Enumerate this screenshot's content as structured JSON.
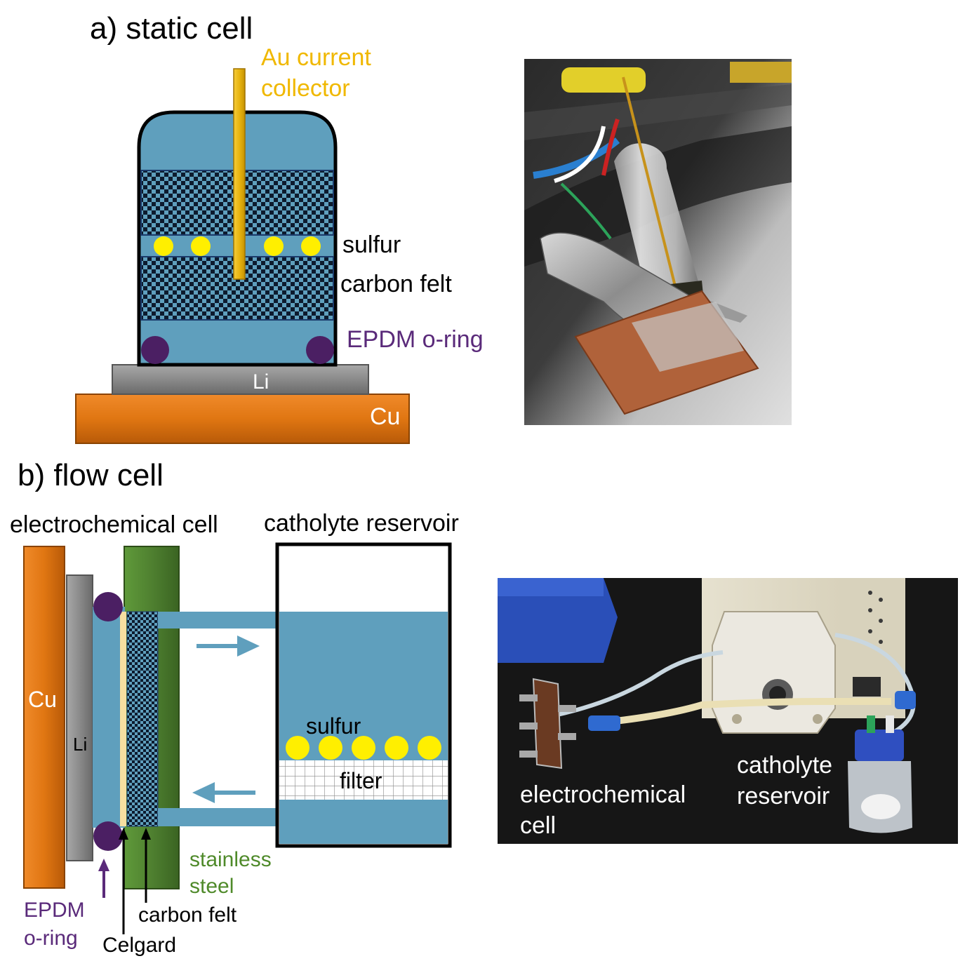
{
  "panel_a": {
    "title": "a) static cell",
    "label_au_line1": "Au current",
    "label_au_line2": "collector",
    "label_sulfur": "sulfur",
    "label_carbon_felt": "carbon felt",
    "label_oring": "EPDM o-ring",
    "label_li": "Li",
    "label_cu": "Cu"
  },
  "panel_b": {
    "title": "b) flow cell",
    "label_electrochemical_cell": "electrochemical cell",
    "label_catholyte_reservoir": "catholyte reservoir",
    "label_cu": "Cu",
    "label_li": "Li",
    "label_sulfur": "sulfur",
    "label_filter": "filter",
    "label_stainless_line1": "stainless",
    "label_stainless_line2": "steel",
    "label_oring_line1": "EPDM",
    "label_oring_line2": "o-ring",
    "label_carbon_felt": "carbon felt",
    "label_celgard": "Celgard",
    "photo_label_cell_line1": "electrochemical",
    "photo_label_cell_line2": "cell",
    "photo_label_reservoir_line1": "catholyte",
    "photo_label_reservoir_line2": "reservoir"
  },
  "colors": {
    "electrolyte": "#5f9fbd",
    "gold": "#e8b511",
    "sulfur": "#ffef00",
    "oring": "#4b1f63",
    "copper": "#e07612",
    "lithium": "#8a8a8a",
    "steel": "#4f8030",
    "purple_text": "#5a2a7a",
    "green_text": "#4f8a2a",
    "gold_text": "#f0b800"
  }
}
